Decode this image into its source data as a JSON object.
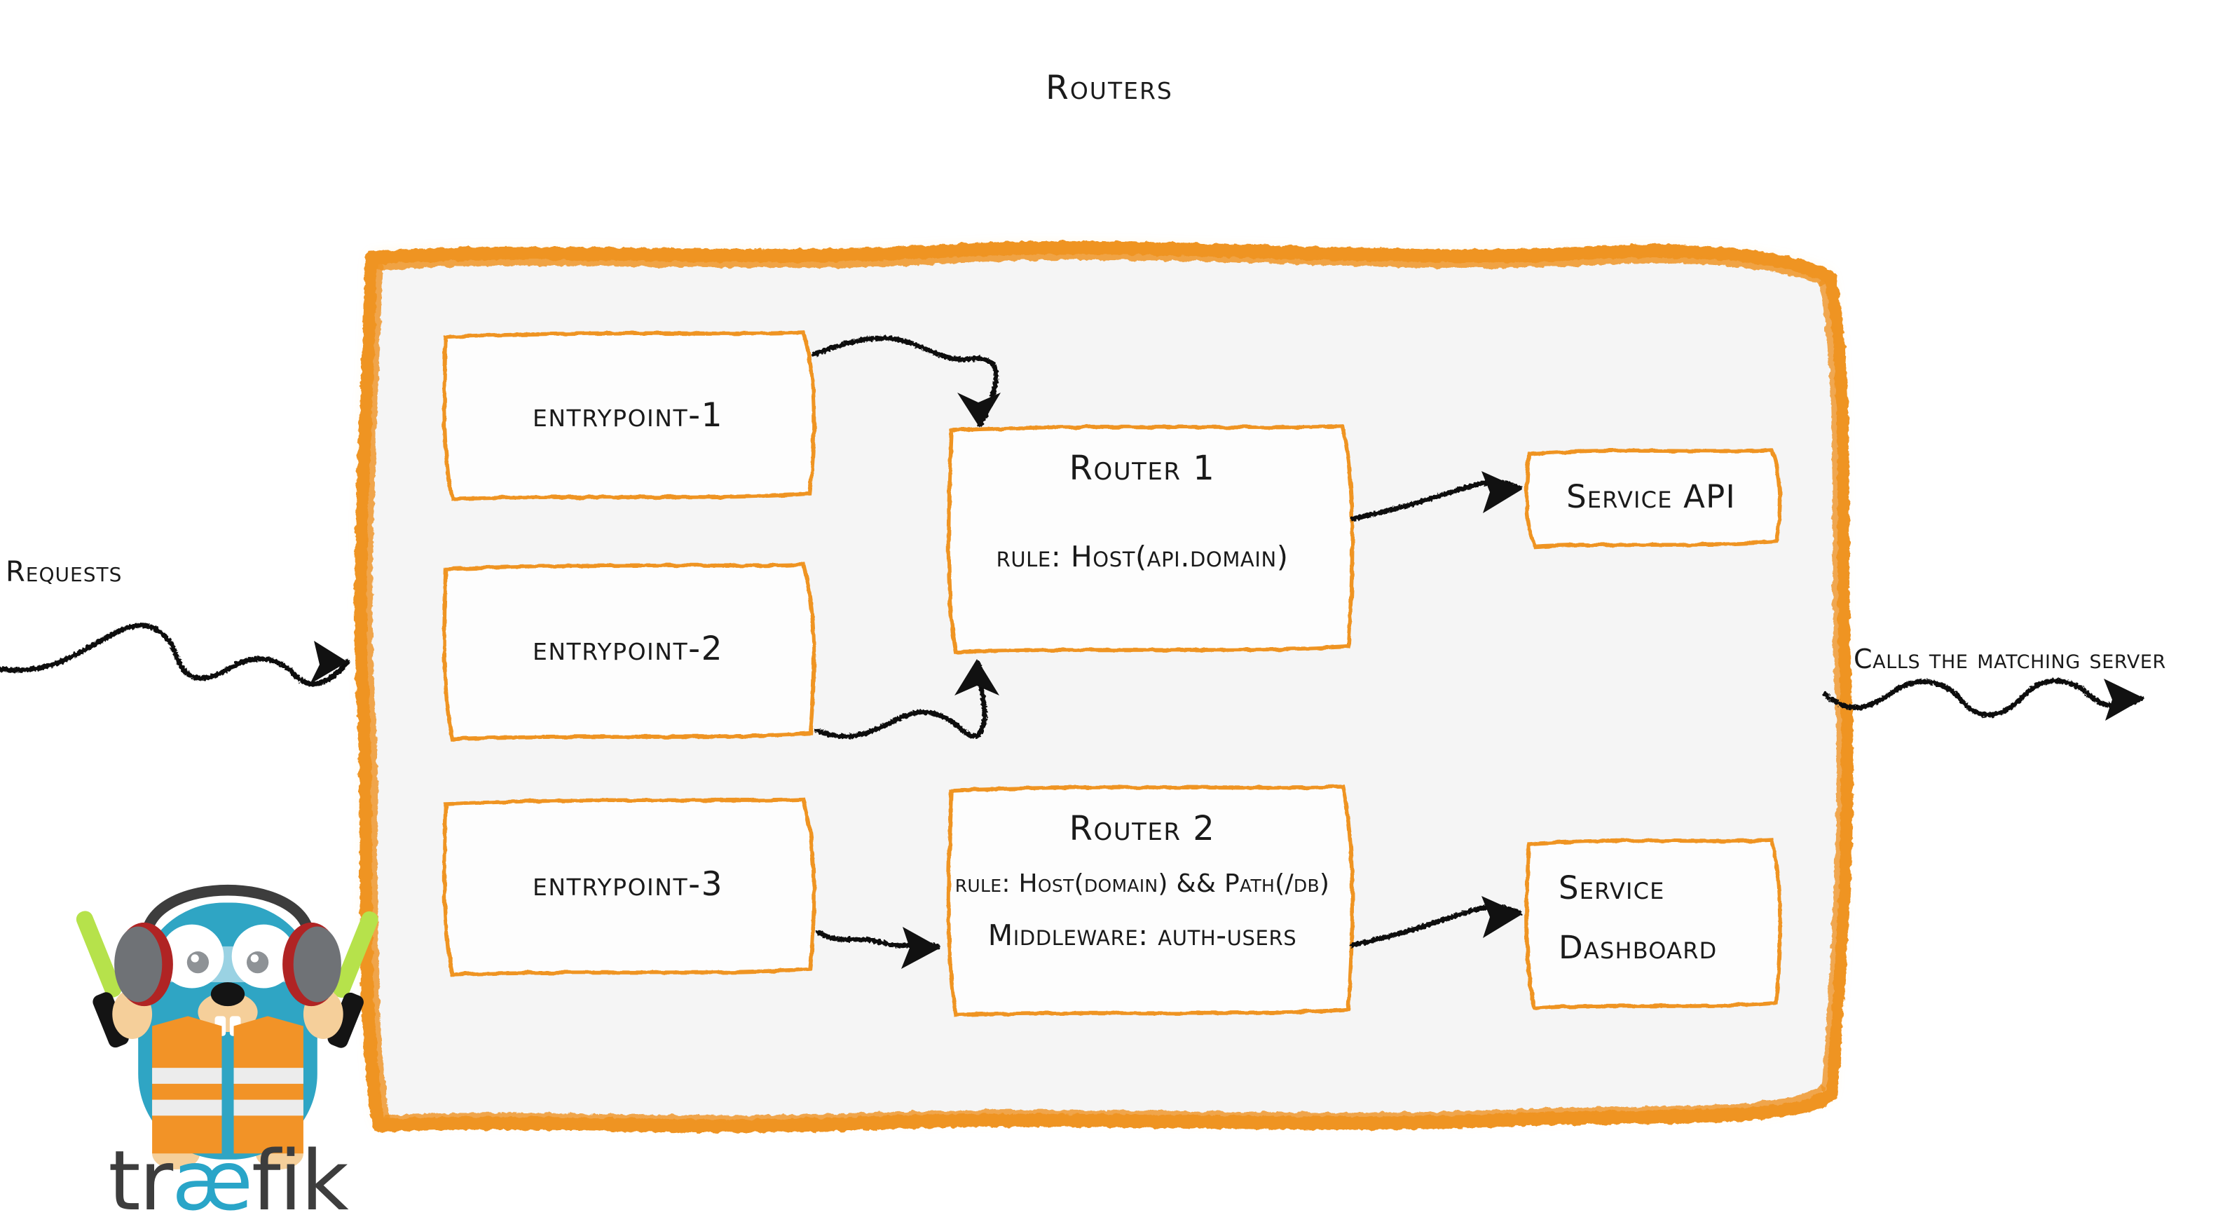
{
  "diagram": {
    "title": "Routers",
    "kind": "traefik-routing-overview",
    "colors": {
      "accent_orange": "#ef9424",
      "panel_fill": "#f5f5f5",
      "ink": "#141414",
      "gopher_body": "#2fa5c4",
      "gopher_vest": "#f29327",
      "wordmark_ink": "#3d3d3d",
      "wordmark_accent": "#29a5c8"
    }
  },
  "flow": {
    "inbound_label": "Requests",
    "outbound_label": "Calls the matching server"
  },
  "entrypoints": [
    {
      "label": "entrypoint-1"
    },
    {
      "label": "entrypoint-2"
    },
    {
      "label": "entrypoint-3"
    }
  ],
  "routers": [
    {
      "name": "Router 1",
      "lines": [
        "rule: Host(api.domain)"
      ]
    },
    {
      "name": "Router 2",
      "lines": [
        "rule: Host(domain) && Path(/db)",
        "Middleware: auth-users"
      ]
    }
  ],
  "services": [
    {
      "label": "Service API",
      "lines": [
        "Service API"
      ]
    },
    {
      "label": "Service Dashboard",
      "lines": [
        "Service",
        "Dashboard"
      ]
    }
  ],
  "brand": {
    "wordmark_pre": "tr",
    "wordmark_accent": "æ",
    "wordmark_post": "fik",
    "mascot": "traefik-gopher"
  }
}
